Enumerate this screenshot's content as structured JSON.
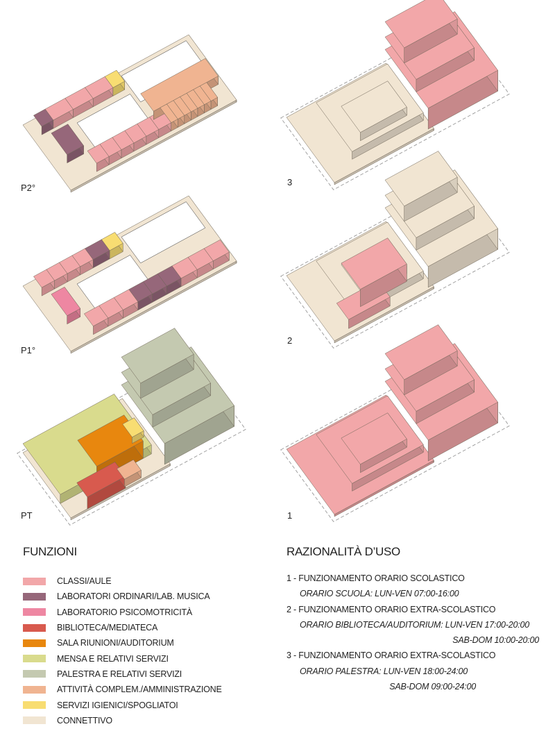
{
  "floors": {
    "p2": "P2°",
    "p1": "P1°",
    "pt": "PT",
    "s3": "3",
    "s2": "2",
    "s1": "1"
  },
  "funzioni": {
    "title": "FUNZIONI",
    "items": [
      {
        "label": "CLASSI/AULE",
        "color": "#f2a7a9"
      },
      {
        "label": "LABORATORI ORDINARI/LAB. MUSICA",
        "color": "#96677a"
      },
      {
        "label": "LABORATORIO PSICOMOTRICITÀ",
        "color": "#ee87a2"
      },
      {
        "label": "BIBLIOTECA/MEDIATECA",
        "color": "#d85a4e"
      },
      {
        "label": "SALA RIUNIONI/AUDITORIUM",
        "color": "#e8870e"
      },
      {
        "label": "MENSA E RELATIVI SERVIZI",
        "color": "#d9db8d"
      },
      {
        "label": "PALESTRA E RELATIVI SERVIZI",
        "color": "#c4c9b0"
      },
      {
        "label": "ATTIVITÀ COMPLEM./AMMINISTRAZIONE",
        "color": "#f0b491"
      },
      {
        "label": "SERVIZI IGIENICI/SPOGLIATOI",
        "color": "#f8dd72"
      },
      {
        "label": "CONNETTIVO",
        "color": "#f1e5d2"
      }
    ]
  },
  "uso": {
    "title": "RAZIONALITÀ D’USO",
    "lines": [
      "1 - FUNZIONAMENTO ORARIO SCOLASTICO",
      "ORARIO SCUOLA: LUN-VEN  07:00-16:00",
      "2 - FUNZIONAMENTO ORARIO EXTRA-SCOLASTICO",
      "ORARIO BIBLIOTECA/AUDITORIUM: LUN-VEN  17:00-20:00",
      "SAB-DOM 10:00-20:00",
      "3 - FUNZIONAMENTO ORARIO EXTRA-SCOLASTICO",
      "ORARIO PALESTRA: LUN-VEN  18:00-24:00",
      "SAB-DOM  09:00-24:00"
    ]
  }
}
